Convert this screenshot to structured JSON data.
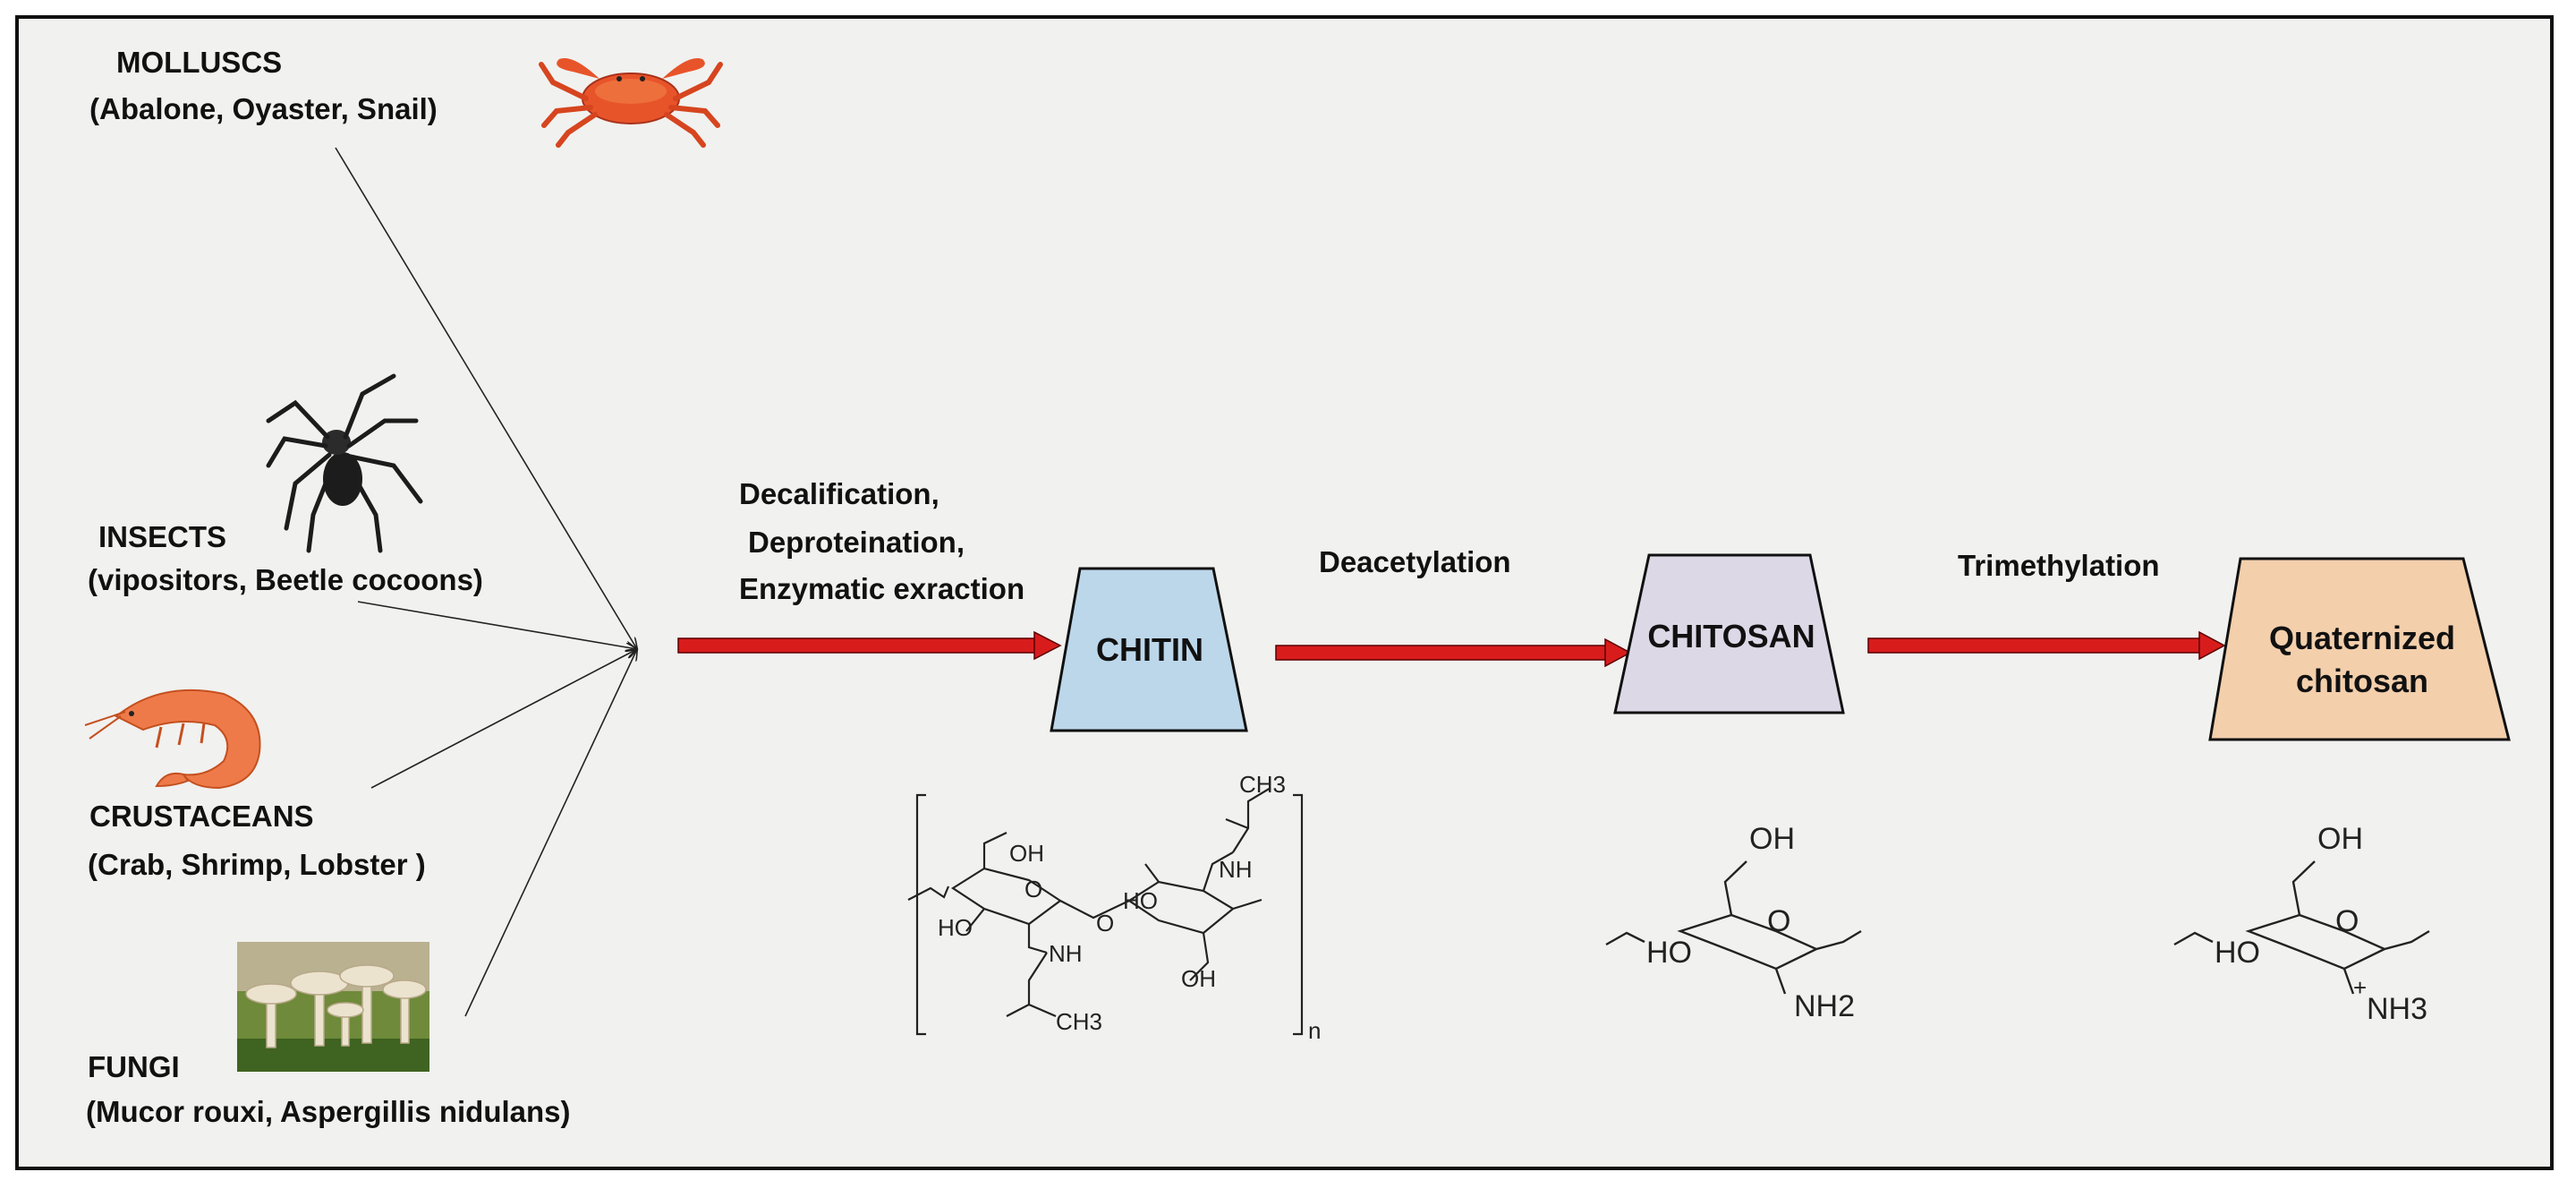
{
  "sources": [
    {
      "title": "MOLLUSCS",
      "subtitle": "(Abalone, Oyaster, Snail)",
      "icon": "crab-icon"
    },
    {
      "title": "INSECTS",
      "subtitle": "(vipositors, Beetle cocoons)",
      "icon": "spider-icon"
    },
    {
      "title": "CRUSTACEANS",
      "subtitle": "(Crab,  Shrimp, Lobster )",
      "icon": "shrimp-icon"
    },
    {
      "title": "FUNGI",
      "subtitle": "(Mucor rouxi, Aspergillis nidulans)",
      "icon": "mushroom-icon"
    }
  ],
  "process": [
    {
      "line1": "Decalification,",
      "line2": "Deproteination,",
      "line3": "Enzymatic exraction"
    },
    {
      "line1": "Deacetylation"
    },
    {
      "line1": "Trimethylation"
    }
  ],
  "products": [
    {
      "line1": "CHITIN",
      "line2": "",
      "color": "#bcd7ea"
    },
    {
      "line1": "CHITOSAN",
      "line2": "",
      "color": "#ddd8e6"
    },
    {
      "line1": "Quaternized",
      "line2": "chitosan",
      "color": "#f3cfac"
    }
  ],
  "structures": {
    "chitin": {
      "oh_top": "OH",
      "ch3_top": "CH3",
      "nh_right": "NH",
      "ho_mid": "HO",
      "ho_left": "HO",
      "o_bridge": "O",
      "nh_left": "NH",
      "oh_bottom": "OH",
      "ch3_bottom": "CH3",
      "o_ring": "O",
      "n": "n"
    },
    "chitosan": {
      "oh": "OH",
      "ho": "HO",
      "o_ring": "O",
      "amine": "NH2"
    },
    "quaternized": {
      "oh": "OH",
      "ho": "HO",
      "o_ring": "O",
      "amine": "NH3",
      "charge": "+"
    }
  },
  "colors": {
    "arrow": "#d81c1c",
    "arrow_outline": "#5a0000",
    "background": "#f1f1ef"
  }
}
